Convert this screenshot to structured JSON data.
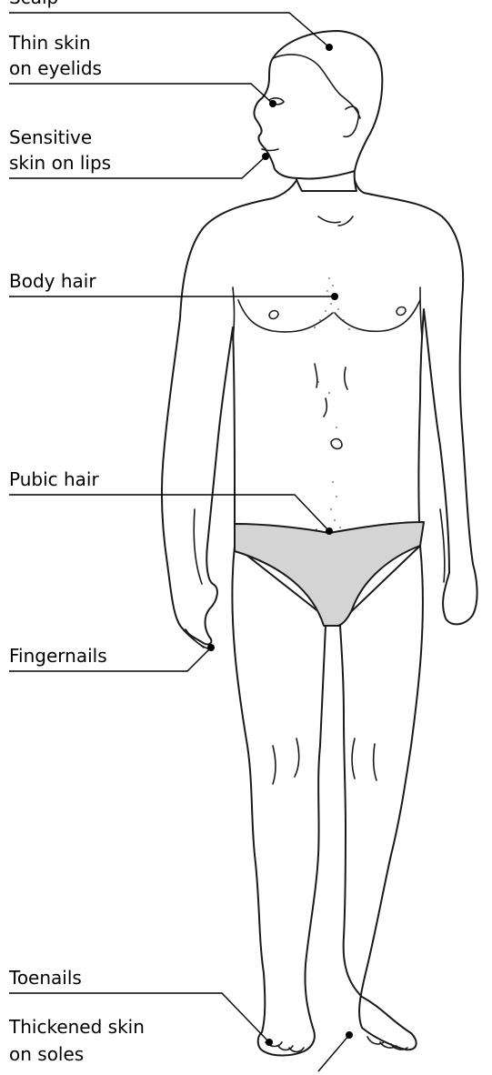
{
  "labels": {
    "scalp": "Scalp",
    "eyelids_line1": "Thin skin",
    "eyelids_line2": "on eyelids",
    "lips_line1": "Sensitive",
    "lips_line2": "skin on lips",
    "body_hair": "Body hair",
    "pubic_hair": "Pubic hair",
    "fingernails": "Fingernails",
    "toenails": "Toenails",
    "soles_line1": "Thickened skin",
    "soles_line2": "on soles"
  },
  "colors": {
    "underwear": "#d4d4d4",
    "outline": "#1a1a1a",
    "leader": "#000000"
  }
}
